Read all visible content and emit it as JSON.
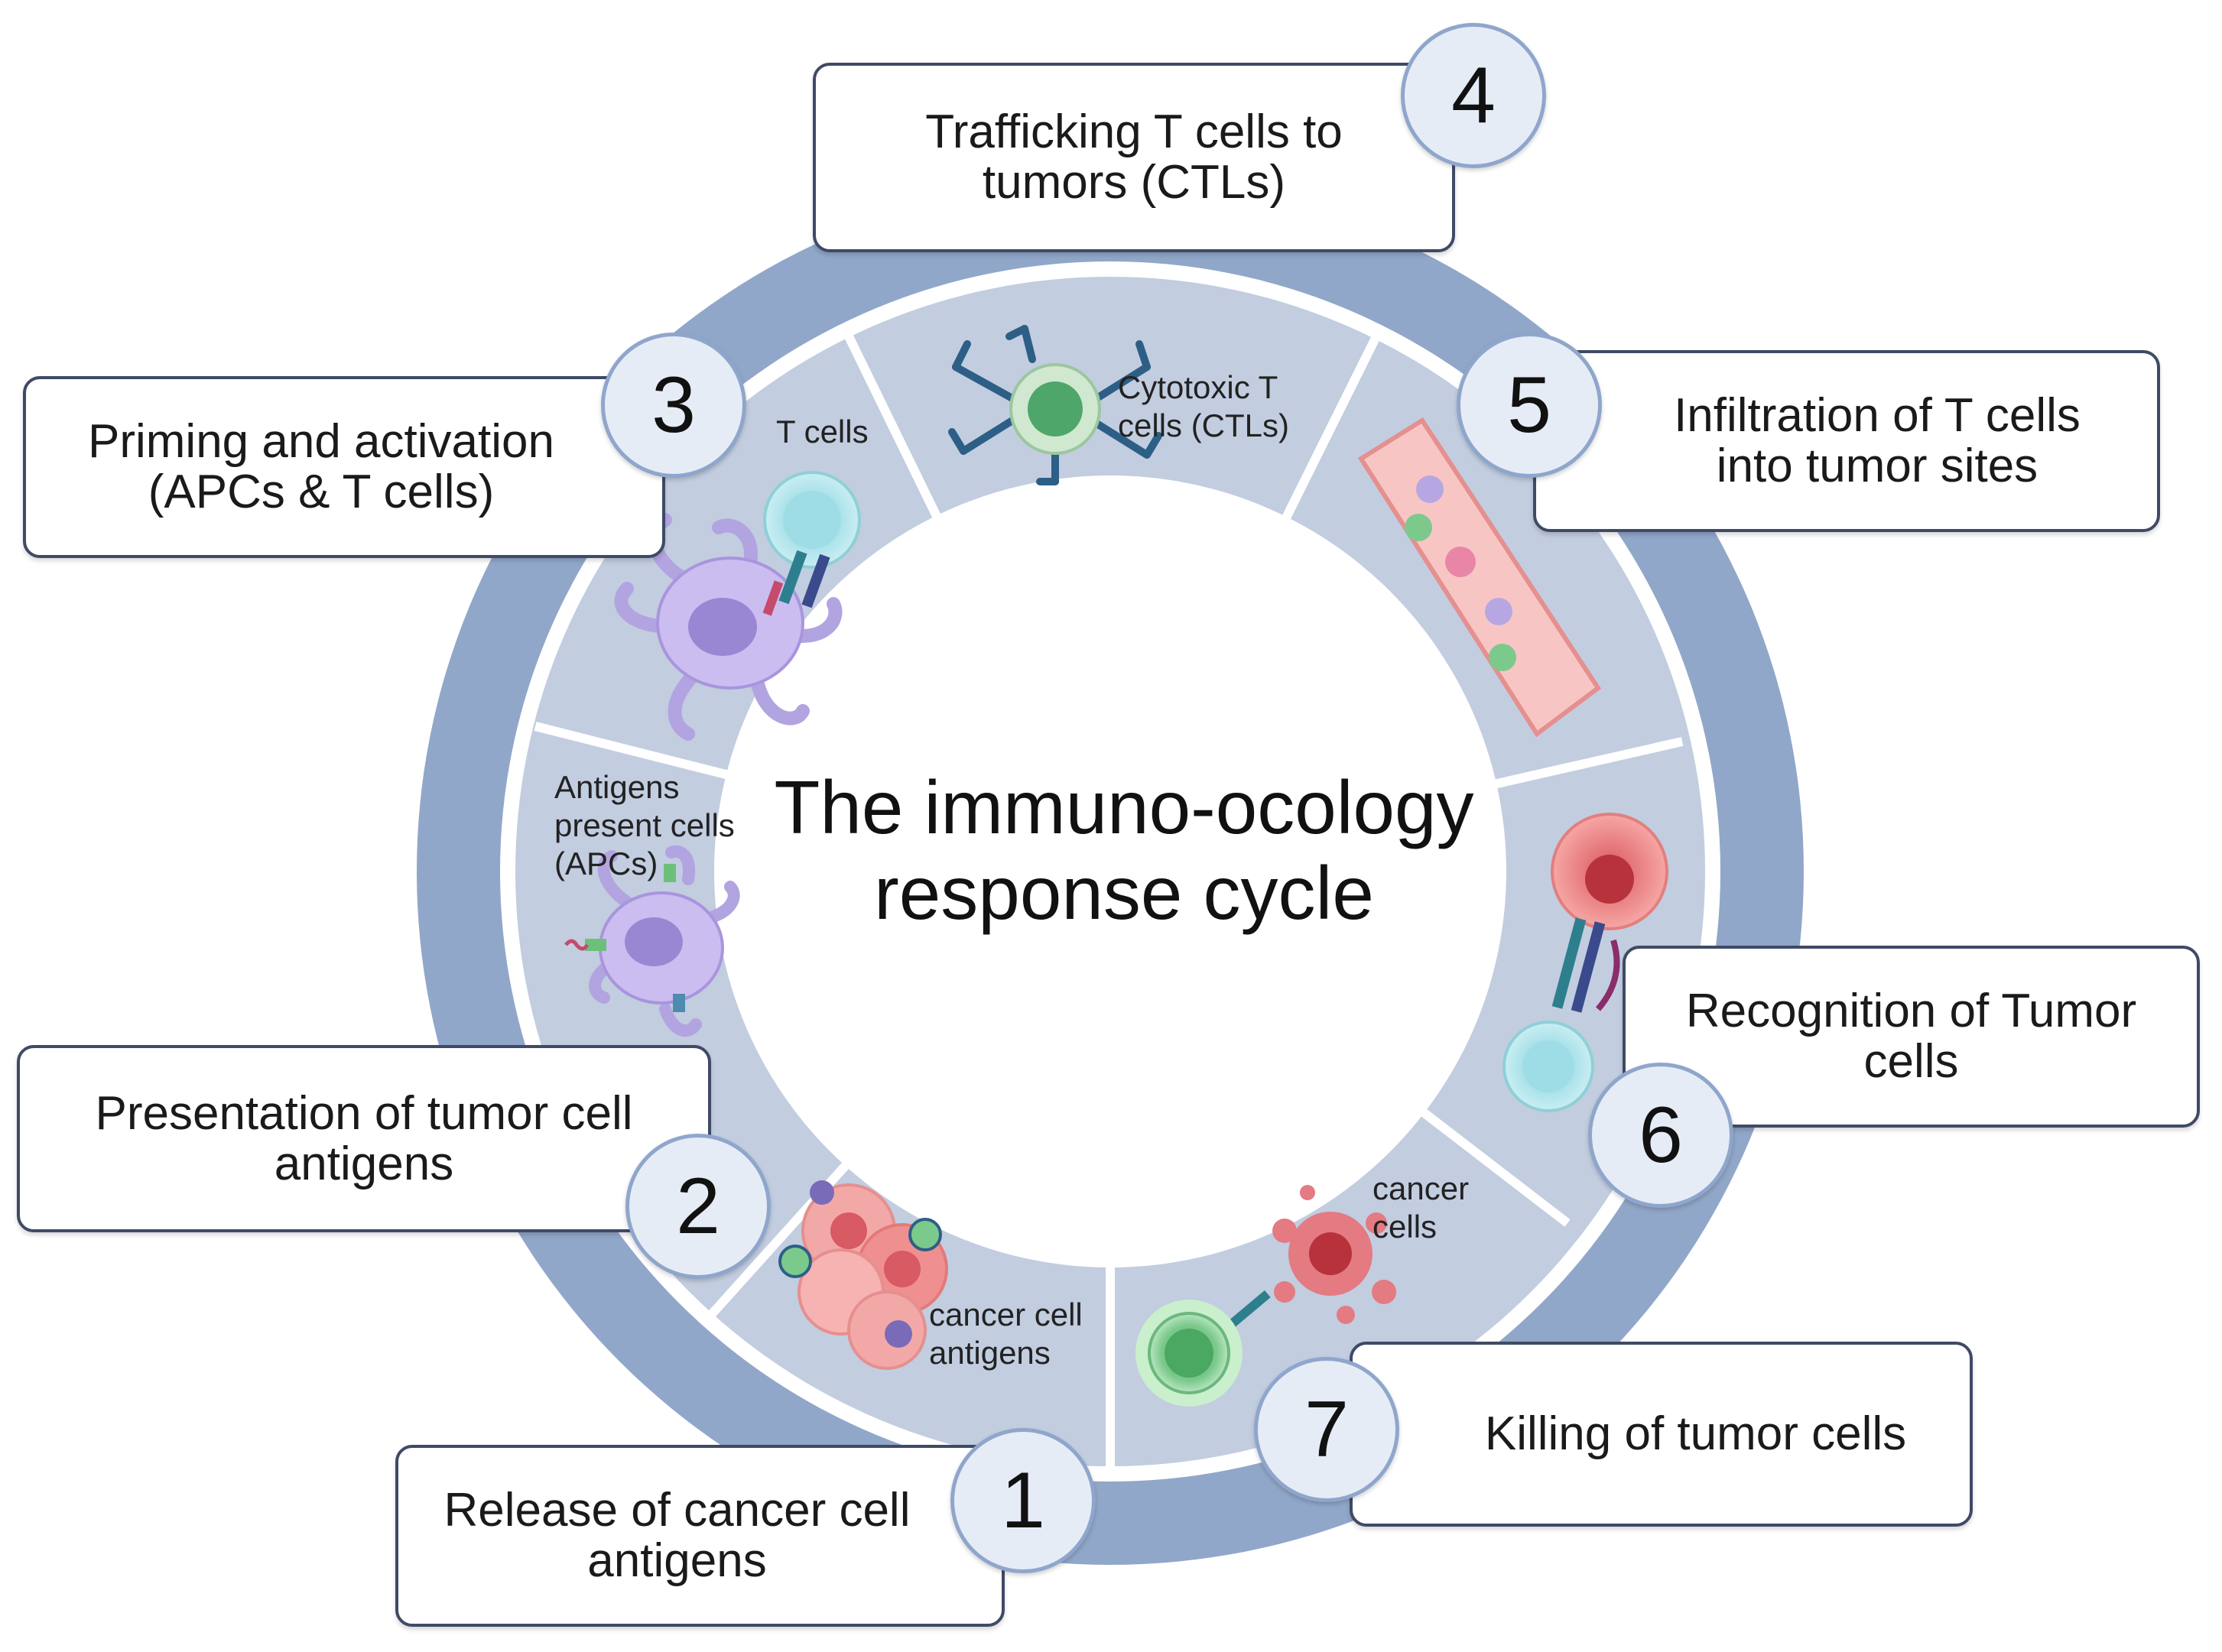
{
  "title_line1": "The immuno-ocology",
  "title_line2": "response cycle",
  "colors": {
    "outer_ring": "#91a7c9",
    "segment": "#c2cde0",
    "divider": "#ffffff",
    "box_border": "#3f4a66",
    "badge_fill": "#e6ecf6",
    "badge_border": "#8fa6cc"
  },
  "steps": [
    {
      "number": "1",
      "line1": "Release of cancer cell",
      "line2": "antigens"
    },
    {
      "number": "2",
      "line1": "Presentation of tumor cell",
      "line2": "antigens"
    },
    {
      "number": "3",
      "line1": "Priming and activation",
      "line2": "(APCs & T cells)"
    },
    {
      "number": "4",
      "line1": "Trafficking T cells to",
      "line2": "tumors (CTLs)"
    },
    {
      "number": "5",
      "line1": "Infiltration of T cells",
      "line2": "into tumor sites"
    },
    {
      "number": "6",
      "line1": "Recognition of Tumor",
      "line2": "cells"
    },
    {
      "number": "7",
      "line1": "Killing of tumor cells",
      "line2": ""
    }
  ],
  "segment_labels": {
    "t_cells": "T cells",
    "ctl_line1": "Cytotoxic T",
    "ctl_line2": "cells (CTLs)",
    "apc_line1": "Antigens",
    "apc_line2": "present cells",
    "apc_line3": "(APCs)",
    "antigens_line1": "cancer cell",
    "antigens_line2": "antigens",
    "cancer_line1": "cancer",
    "cancer_line2": "cells"
  },
  "icons": [
    "t-cell-icon",
    "dendritic-cell-icon",
    "cytotoxic-t-cell-icon",
    "blood-vessel-icon",
    "tumor-cell-icon",
    "apc-icon",
    "antigen-cluster-icon",
    "dying-cancer-cell-icon"
  ]
}
